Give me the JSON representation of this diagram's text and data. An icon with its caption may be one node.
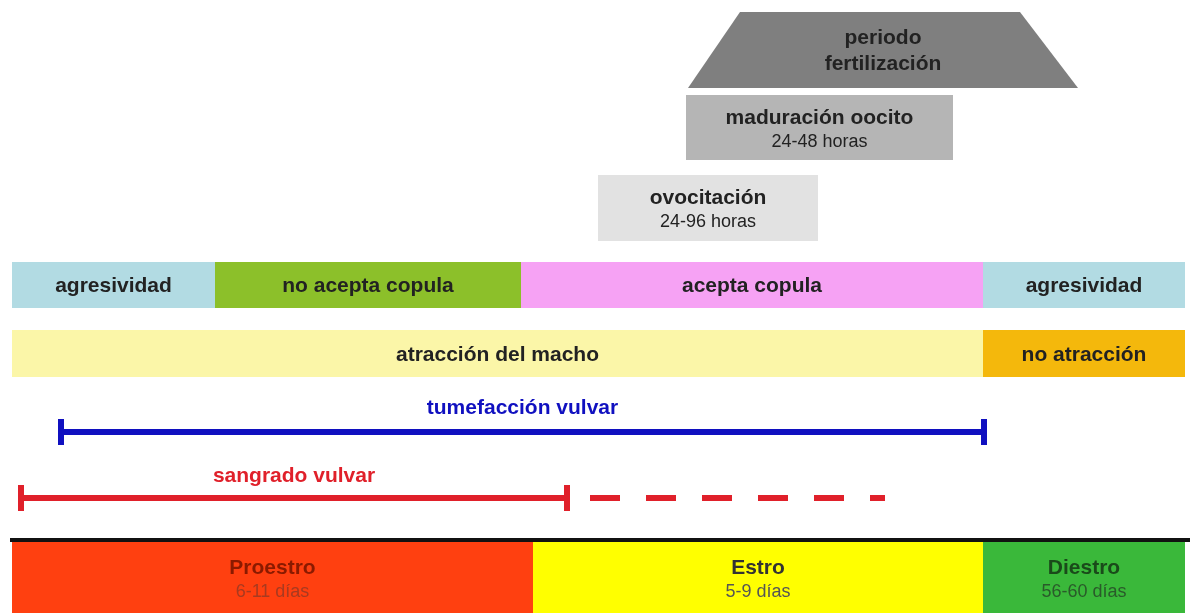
{
  "diagram": {
    "nodes": [
      {
        "text": [
          "periodo fertilización"
        ]
      },
      {
        "text": [
          "maduración oocito",
          "24-48 horas"
        ]
      },
      {
        "text": [
          "ovocitación",
          "24-96 horas"
        ]
      },
      {
        "text": [
          "agresividad"
        ]
      },
      {
        "text": [
          "no acepta copula"
        ]
      },
      {
        "text": [
          "acepta copula"
        ]
      },
      {
        "text": [
          "agresividad"
        ]
      },
      {
        "text": [
          "atracción del macho"
        ]
      },
      {
        "text": [
          "no atracción"
        ]
      },
      {
        "text": [
          "tumefacción vulvar"
        ]
      },
      {
        "text": [
          "sangrado vulvar"
        ]
      },
      {
        "text": [
          "Proestro",
          "6-11 días"
        ]
      },
      {
        "text": [
          "Estro",
          "5-9 días"
        ]
      },
      {
        "text": [
          "Diestro",
          "56-60 días"
        ]
      }
    ]
  }
}
